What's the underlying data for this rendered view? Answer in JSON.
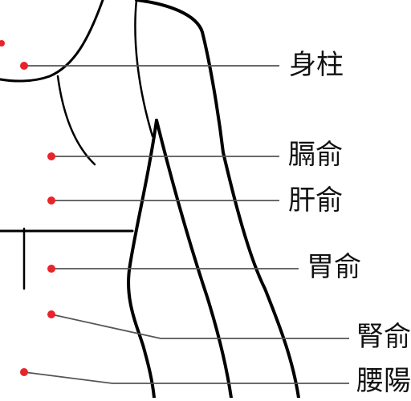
{
  "colors": {
    "point": "#e8242b",
    "outline": "#000000",
    "leader": "#555555",
    "text": "#111111"
  },
  "points": [
    {
      "label": "身柱"
    },
    {
      "label": "膈俞"
    },
    {
      "label": "肝俞"
    },
    {
      "label": "胃俞"
    },
    {
      "label": "腎俞"
    },
    {
      "label": "腰陽"
    }
  ]
}
